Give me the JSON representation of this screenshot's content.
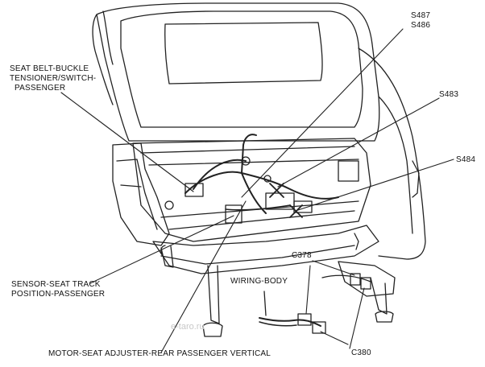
{
  "labels": {
    "seat_belt_line1": "SEAT BELT-BUCKLE",
    "seat_belt_line2": "TENSIONER/SWITCH-",
    "seat_belt_line3": "PASSENGER",
    "s487": "S487",
    "s486": "S486",
    "s483": "S483",
    "s484": "S484",
    "c378": "C378",
    "wiring_body": "WIRING-BODY",
    "sensor_line1": "SENSOR-SEAT TRACK",
    "sensor_line2": "POSITION-PASSENGER",
    "motor": "MOTOR-SEAT ADJUSTER-REAR PASSENGER VERTICAL",
    "c380": "C380"
  },
  "watermark": "e-taro.ru"
}
